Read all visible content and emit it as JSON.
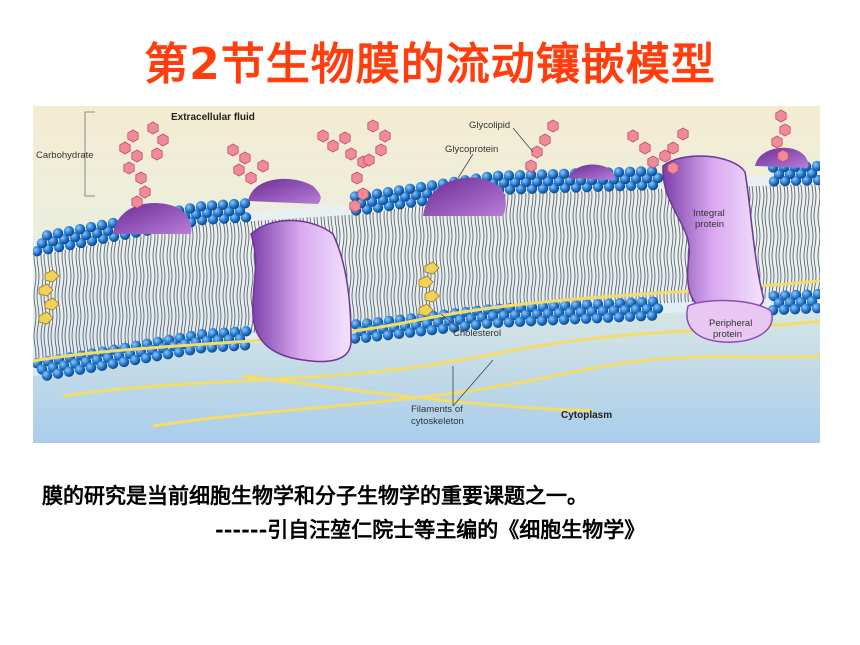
{
  "slide": {
    "title": "第2节生物膜的流动镶嵌模型",
    "quote_line1": "膜的研究是当前细胞生物学和分子生物学的重要课题之一。",
    "quote_line2": "------引自汪堃仁院士等主编的《细胞生物学》"
  },
  "diagram": {
    "labels": {
      "extracellular": "Extracellular fluid",
      "carbohydrate": "Carbohydrate",
      "glycoprotein": "Glycoprotein",
      "glycolipid": "Glycolipid",
      "integral1": "Integral",
      "integral2": "protein",
      "peripheral1": "Peripheral",
      "peripheral2": "protein",
      "cholesterol": "Cholesterol",
      "filaments1": "Filaments of",
      "filaments2": "cytoskeleton",
      "cytoplasm": "Cytoplasm"
    },
    "colors": {
      "background_top": "#f4ecd2",
      "background_bottom": "#a9cdec",
      "phospholipid_head": "#1e73c8",
      "protein": "#b87fd6",
      "carbohydrate": "#f08a9a",
      "cholesterol": "#f0d25a",
      "title": "#ff3d0d"
    }
  }
}
